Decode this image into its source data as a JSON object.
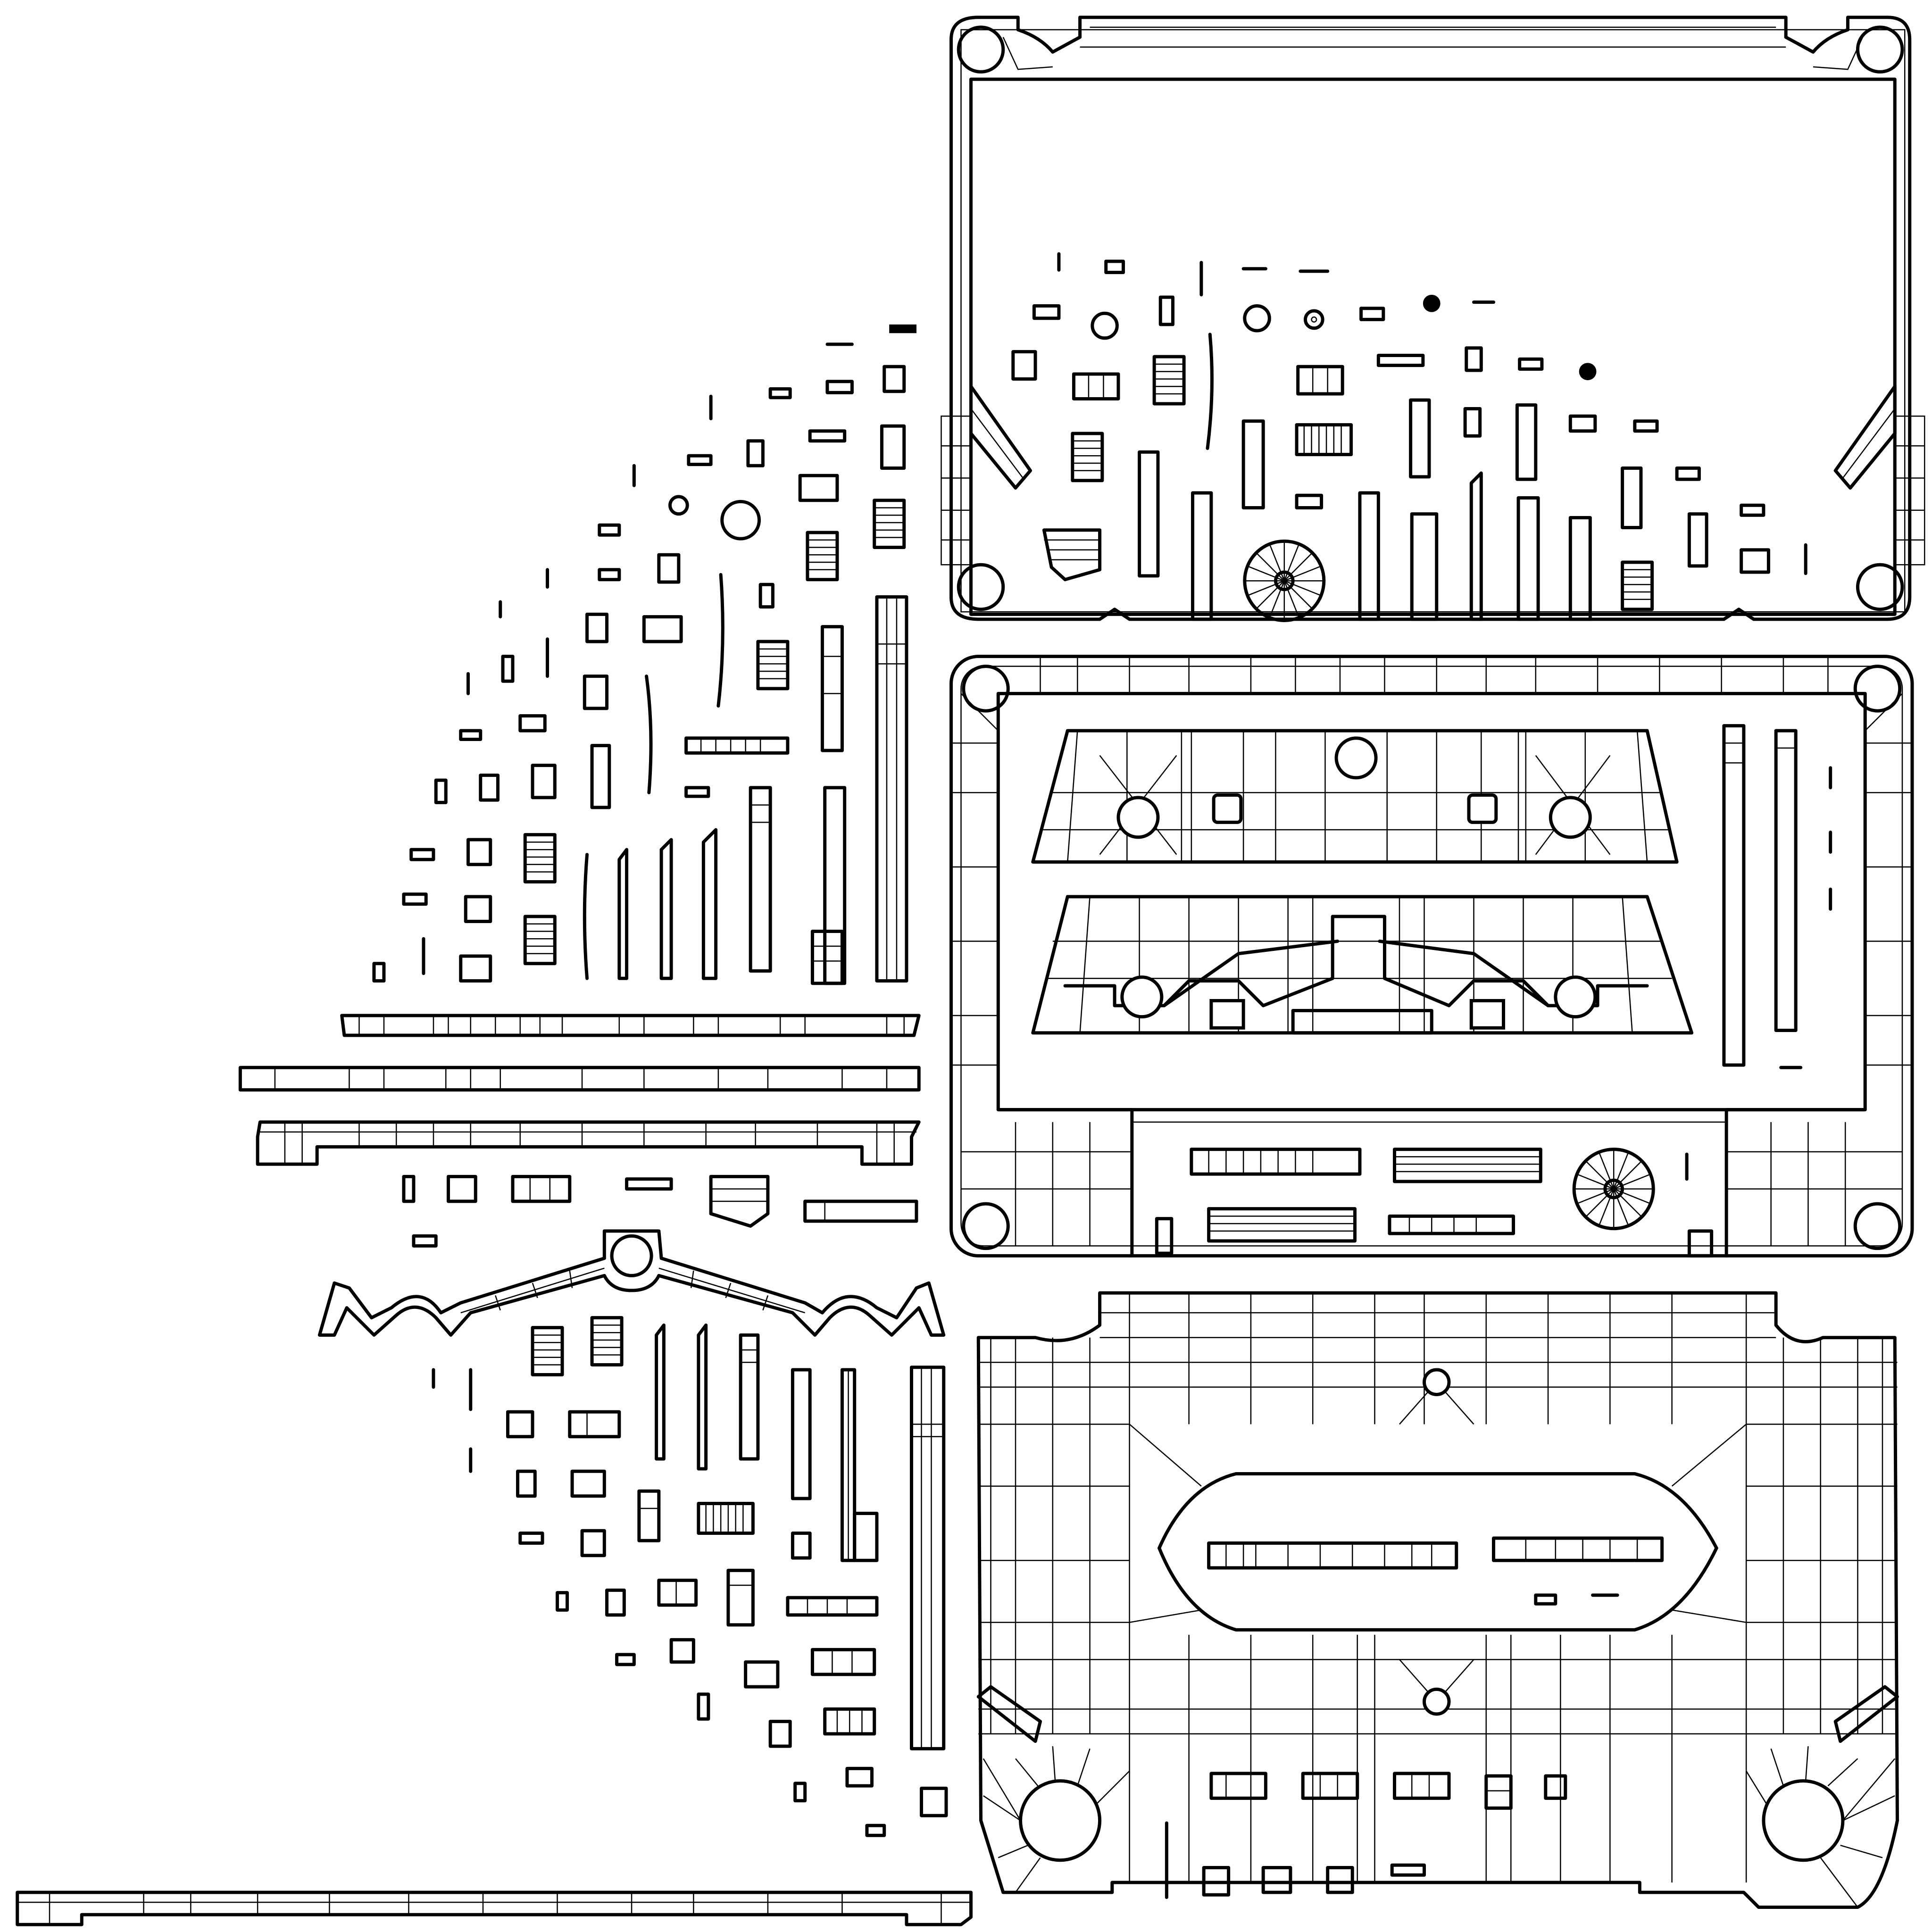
{
  "view": {
    "kind": "uv-wireframe-layout",
    "subject": "cassette-tape",
    "line_color": "#000000",
    "background_color": "#ffffff"
  },
  "panels": [
    {
      "name": "shell-front-panel"
    },
    {
      "name": "shell-window-panel"
    },
    {
      "name": "shell-back-panel"
    },
    {
      "name": "edge-strip-long-1"
    },
    {
      "name": "edge-strip-long-2"
    },
    {
      "name": "edge-strip-long-3"
    },
    {
      "name": "edge-strip-bottom"
    },
    {
      "name": "guide-arch-piece"
    },
    {
      "name": "small-parts-scatter"
    }
  ]
}
